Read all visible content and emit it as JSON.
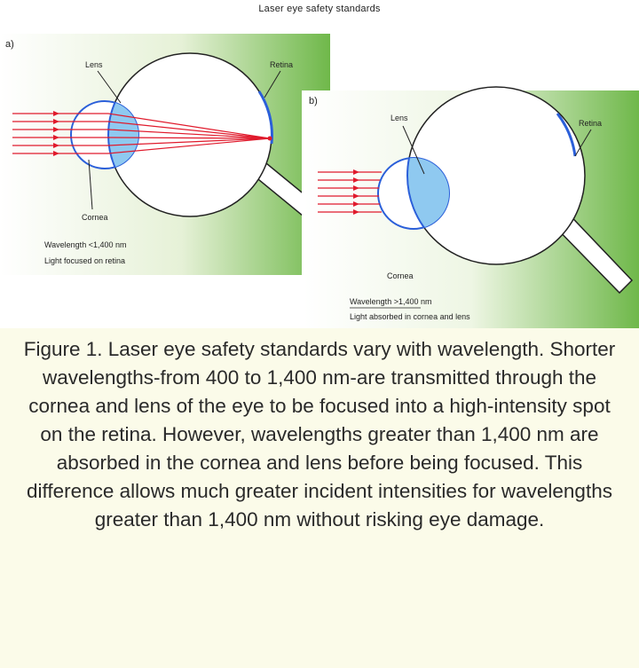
{
  "title": "Laser eye safety standards",
  "colors": {
    "panel_green": "#6fb84a",
    "eye_outline": "#2b5fd9",
    "lens_fill": "#8fc9f0",
    "ray": "#e01a2c",
    "caption_bg": "#fbfbe9"
  },
  "panel_a": {
    "label": "a)",
    "lens_label": "Lens",
    "retina_label": "Retina",
    "cornea_label": "Cornea",
    "note_line1": "Wavelength <1,400 nm",
    "note_line2": "Light focused on retina"
  },
  "panel_b": {
    "label": "b)",
    "lens_label": "Lens",
    "retina_label": "Retina",
    "cornea_label": "Cornea",
    "note_line1": "Wavelength >1,400 nm",
    "note_line2": "Light absorbed in cornea and lens"
  },
  "caption": "Figure 1. Laser eye safety standards vary with wavelength. Shorter wavelengths-from 400 to 1,400 nm-are transmitted through the cornea and lens of the eye to be focused into a high-intensity spot on the retina. However, wavelengths greater than 1,400 nm are absorbed in the cornea and lens before being focused. This difference allows much greater incident intensities for wavelengths greater than 1,400 nm without risking eye damage."
}
